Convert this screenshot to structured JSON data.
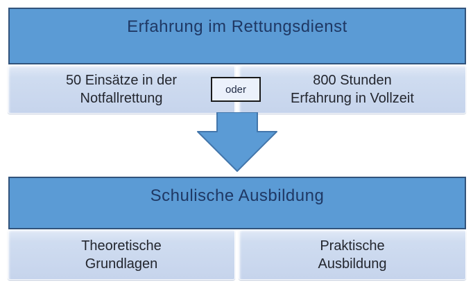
{
  "colors": {
    "background": "#FFFFFF",
    "header_fill": "#5B9BD5",
    "header_border": "#31537B",
    "header_text": "#1F3864",
    "subbox_fill_top": "#E2EAF7",
    "subbox_fill_bottom": "#C6D4EC",
    "subbox_text": "#23262E",
    "connector_bg": "#EBF1FB",
    "connector_border": "#1A1A1A",
    "arrow_fill": "#5B9BD5",
    "arrow_border": "#4376AB"
  },
  "top_section": {
    "title": "Erfahrung im Rettungsdienst",
    "left_box": "50 Einsätze in der\nNotfallrettung",
    "connector_label": "oder",
    "right_box": "800 Stunden\nErfahrung in Vollzeit"
  },
  "bottom_section": {
    "title": "Schulische Ausbildung",
    "left_box": "Theoretische\nGrundlagen",
    "right_box": "Praktische\nAusbildung"
  }
}
